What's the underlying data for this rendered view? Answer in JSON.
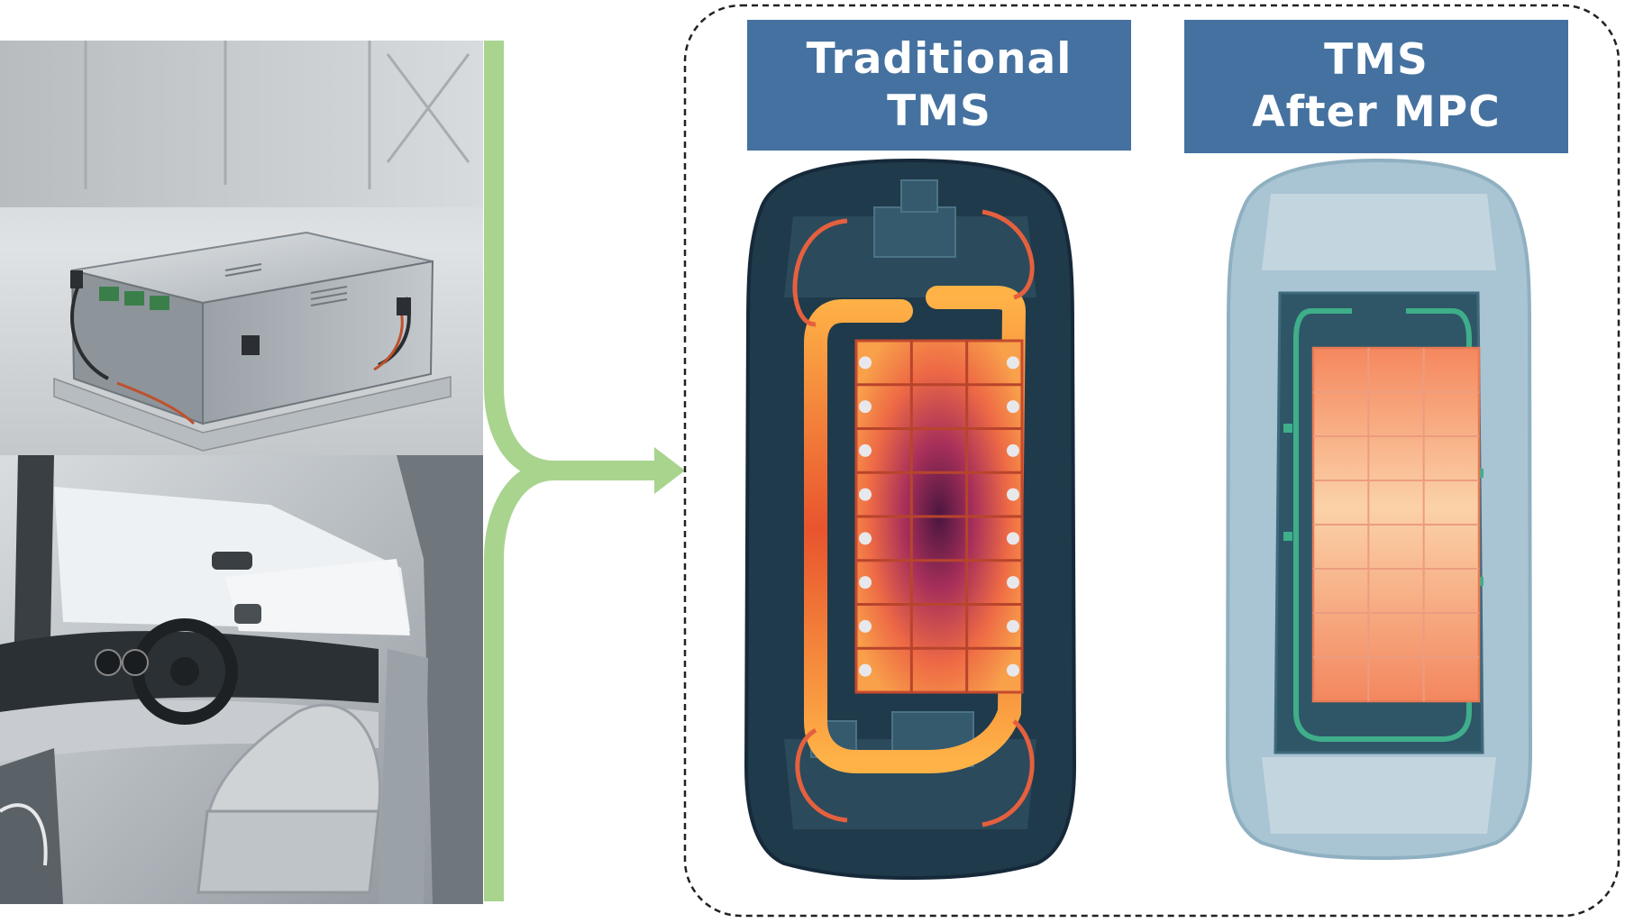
{
  "panels": {
    "traditional": {
      "title_line1": "Traditional",
      "title_line2": "TMS"
    },
    "mpc": {
      "title_line1": "TMS",
      "title_line2": "After MPC"
    }
  },
  "colors": {
    "title_box": "#44719f",
    "arrow": "#a8d48e",
    "dashed_border": "#222222",
    "car_dark": "#1f3a4a",
    "car_light": "#a9c4d3",
    "cell_hot": "#f07a4a",
    "cell_cool": "#f6b78e",
    "coolant_hot": "#ff9a3c",
    "coolant_cool": "#3fae8a"
  },
  "icons": {
    "battery_photo": "battery-pack-icon",
    "interior_photo": "car-interior-icon",
    "merge_arrow": "merge-arrow-icon",
    "car_traditional": "car-thermal-hot-icon",
    "car_mpc": "car-thermal-cool-icon"
  }
}
